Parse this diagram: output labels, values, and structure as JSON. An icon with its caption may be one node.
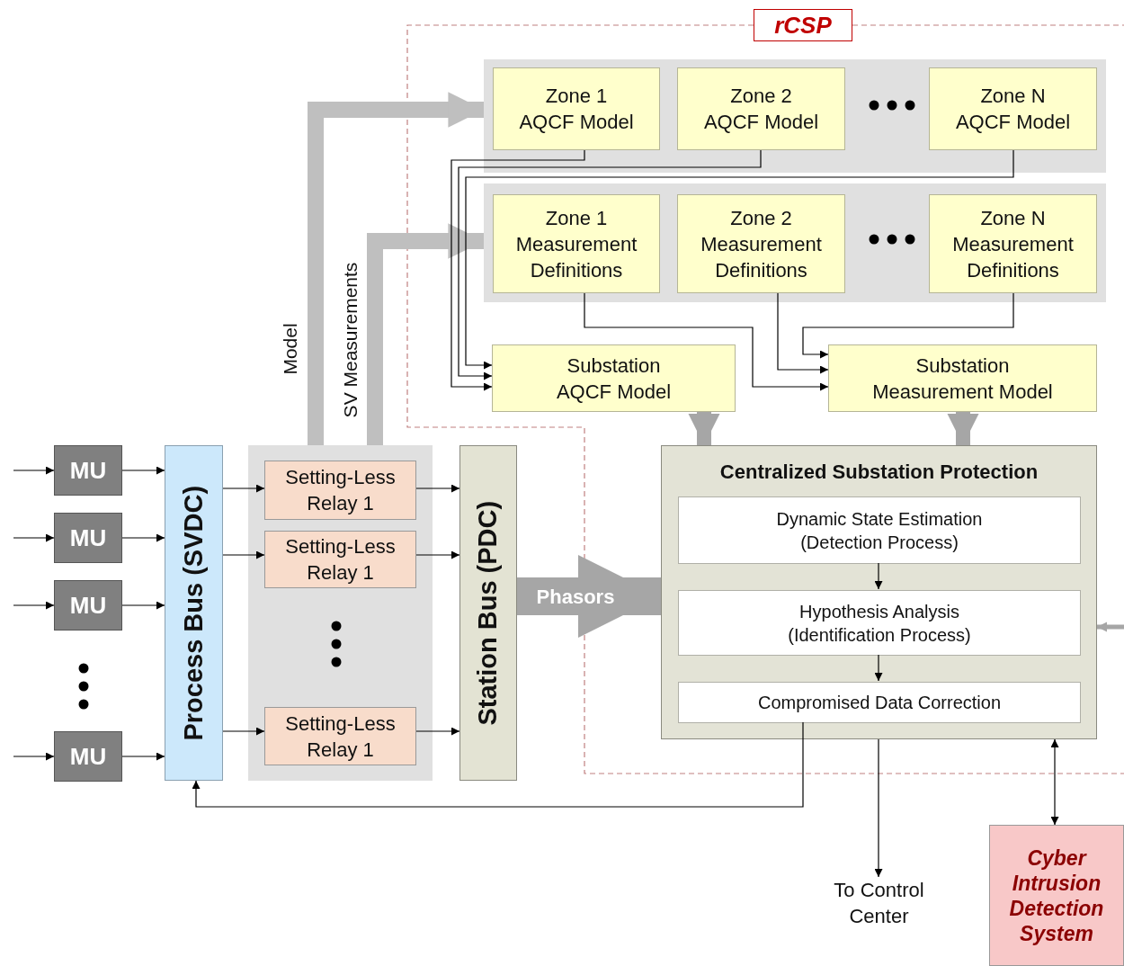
{
  "diagram": {
    "nodes": [
      {
        "text": [
          "rCSP"
        ]
      },
      {
        "text": [],
        "shape": "box"
      },
      {
        "text": [
          "Zone 1 AQCF Model"
        ],
        "in": 1
      },
      {
        "text": [
          "Zone 2 AQCF Model"
        ],
        "in": 1
      },
      {
        "text": [
          "Zone N AQCF Model"
        ],
        "in": 1
      },
      {
        "text": [],
        "shape": "box"
      },
      {
        "text": [
          "Zone 1 Measurement Definitions"
        ],
        "in": 5
      },
      {
        "text": [
          "Zone 2 Measurement Definitions"
        ],
        "in": 5
      },
      {
        "text": [
          "Zone N Measurement Definitions"
        ],
        "in": 5
      },
      {
        "text": [
          "Substation AQCF Model"
        ]
      },
      {
        "text": [
          "Substation Measurement Model"
        ]
      },
      {
        "text": [
          "Centralized Substation Protection"
        ]
      },
      {
        "text": [
          "Dynamic State Estimation (Detection Process)"
        ],
        "in": 11
      },
      {
        "text": [
          "Hypothesis Analysis (Identification Process)"
        ],
        "in": 11
      },
      {
        "text": [
          "Compromised Data Correction"
        ],
        "in": 11
      },
      {
        "text": [
          "MU"
        ]
      },
      {
        "text": [
          "MU"
        ]
      },
      {
        "text": [
          "MU"
        ]
      },
      {
        "text": [
          "MU"
        ]
      },
      {
        "text": [
          "Process Bus (SVDC)"
        ]
      },
      {
        "text": [],
        "shape": "box"
      },
      {
        "text": [
          "Setting-Less Relay 1"
        ],
        "in": 20
      },
      {
        "text": [
          "Setting-Less Relay 1"
        ],
        "in": 20
      },
      {
        "text": [
          "Setting-Less Relay 1"
        ],
        "in": 20
      },
      {
        "text": [
          "Station Bus (PDC)"
        ]
      },
      {
        "text": [
          "To Control Center"
        ]
      },
      {
        "text": [
          "Cyber Intrusion Detection System"
        ]
      }
    ],
    "edges": [
      {
        "from": null,
        "to": 15,
        "arrow": "to"
      },
      {
        "from": null,
        "to": 16,
        "arrow": "to"
      },
      {
        "from": null,
        "to": 17,
        "arrow": "to"
      },
      {
        "from": null,
        "to": 18,
        "arrow": "to"
      },
      {
        "from": 15,
        "to": 19,
        "arrow": "to"
      },
      {
        "from": 16,
        "to": 19,
        "arrow": "to"
      },
      {
        "from": 17,
        "to": 19,
        "arrow": "to"
      },
      {
        "from": 18,
        "to": 19,
        "arrow": "to"
      },
      {
        "from": 19,
        "to": 21,
        "arrow": "to"
      },
      {
        "from": 19,
        "to": 22,
        "arrow": "to"
      },
      {
        "from": 19,
        "to": 23,
        "arrow": "to"
      },
      {
        "from": 21,
        "to": 24,
        "arrow": "to"
      },
      {
        "from": 22,
        "to": 24,
        "arrow": "to"
      },
      {
        "from": 23,
        "to": 24,
        "arrow": "to"
      },
      {
        "from": 24,
        "to": 11,
        "arrow": "to",
        "label": "Phasors",
        "style": "thick",
        "color": "#a6a6a6"
      },
      {
        "from": 20,
        "to": 1,
        "arrow": "to",
        "label": "Model",
        "style": "thick",
        "color": "#bfbfbf"
      },
      {
        "from": 20,
        "to": 5,
        "arrow": "to",
        "label": "SV Measurements",
        "style": "thick",
        "color": "#bfbfbf"
      },
      {
        "from": 2,
        "to": 9,
        "arrow": "to"
      },
      {
        "from": 3,
        "to": 9,
        "arrow": "to"
      },
      {
        "from": 4,
        "to": 9,
        "arrow": "to"
      },
      {
        "from": 6,
        "to": 10,
        "arrow": "to"
      },
      {
        "from": 7,
        "to": 10,
        "arrow": "to"
      },
      {
        "from": 8,
        "to": 10,
        "arrow": "to"
      },
      {
        "from": 9,
        "to": 11,
        "arrow": "to",
        "style": "thick",
        "color": "#a6a6a6"
      },
      {
        "from": 10,
        "to": 11,
        "arrow": "to",
        "style": "thick",
        "color": "#a6a6a6"
      },
      {
        "from": 12,
        "to": 13,
        "arrow": "to"
      },
      {
        "from": 13,
        "to": 14,
        "arrow": "to"
      },
      {
        "from": 14,
        "to": 19,
        "arrow": "to"
      },
      {
        "from": 11,
        "to": 25,
        "arrow": "to"
      },
      {
        "from": 11,
        "to": 26,
        "arrow": "both"
      },
      {
        "from": null,
        "to": 11,
        "arrow": "to",
        "style": "thick",
        "color": "#a6a6a6"
      }
    ]
  }
}
